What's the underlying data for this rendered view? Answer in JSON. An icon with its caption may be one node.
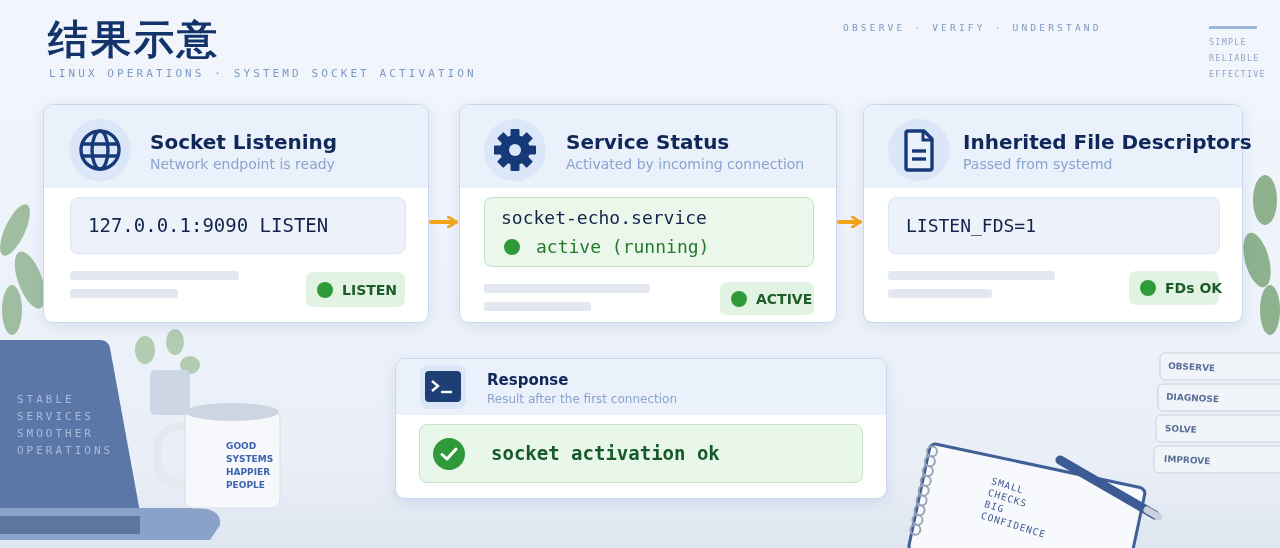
{
  "diagram": {
    "title": "结果示意",
    "nodes": [
      {
        "text": [
          "Socket Listening",
          "Network endpoint is ready"
        ]
      },
      {
        "text": [
          "127.0.0.1:9090 LISTEN"
        ],
        "in": 0
      },
      {
        "text": [
          "LISTEN"
        ],
        "in": 0
      },
      {
        "text": [
          "Service Status",
          "Activated by incoming connection"
        ]
      },
      {
        "text": [
          "socket-echo.service",
          "active (running)"
        ],
        "in": 3
      },
      {
        "text": [
          "ACTIVE"
        ],
        "in": 3
      },
      {
        "text": [
          "Inherited File Descriptors",
          "Passed from systemd"
        ]
      },
      {
        "text": [
          "LISTEN_FDS=1"
        ],
        "in": 6
      },
      {
        "text": [
          "FDs OK"
        ],
        "in": 6
      },
      {
        "text": [
          "Response",
          "Result after the first connection"
        ]
      },
      {
        "text": [
          "socket activation ok"
        ],
        "in": 9
      }
    ],
    "edges": [
      {
        "from": 0,
        "to": 3,
        "arrow": "to"
      },
      {
        "from": 3,
        "to": 6,
        "arrow": "to"
      }
    ],
    "labels": [
      "LINUX OPERATIONS · SYSTEMD SOCKET ACTIVATION",
      "OBSERVE · VERIFY · UNDERSTAND",
      "SIMPLE RELIABLE EFFECTIVE",
      "STABLE SERVICES SMOOTHER OPERATIONS",
      "GOOD SYSTEMS HAPPIER PEOPLE",
      "OBSERVE",
      "DIAGNOSE",
      "SOLVE",
      "IMPROVE",
      "SMALL CHECKS BIG CONFIDENCE"
    ]
  }
}
